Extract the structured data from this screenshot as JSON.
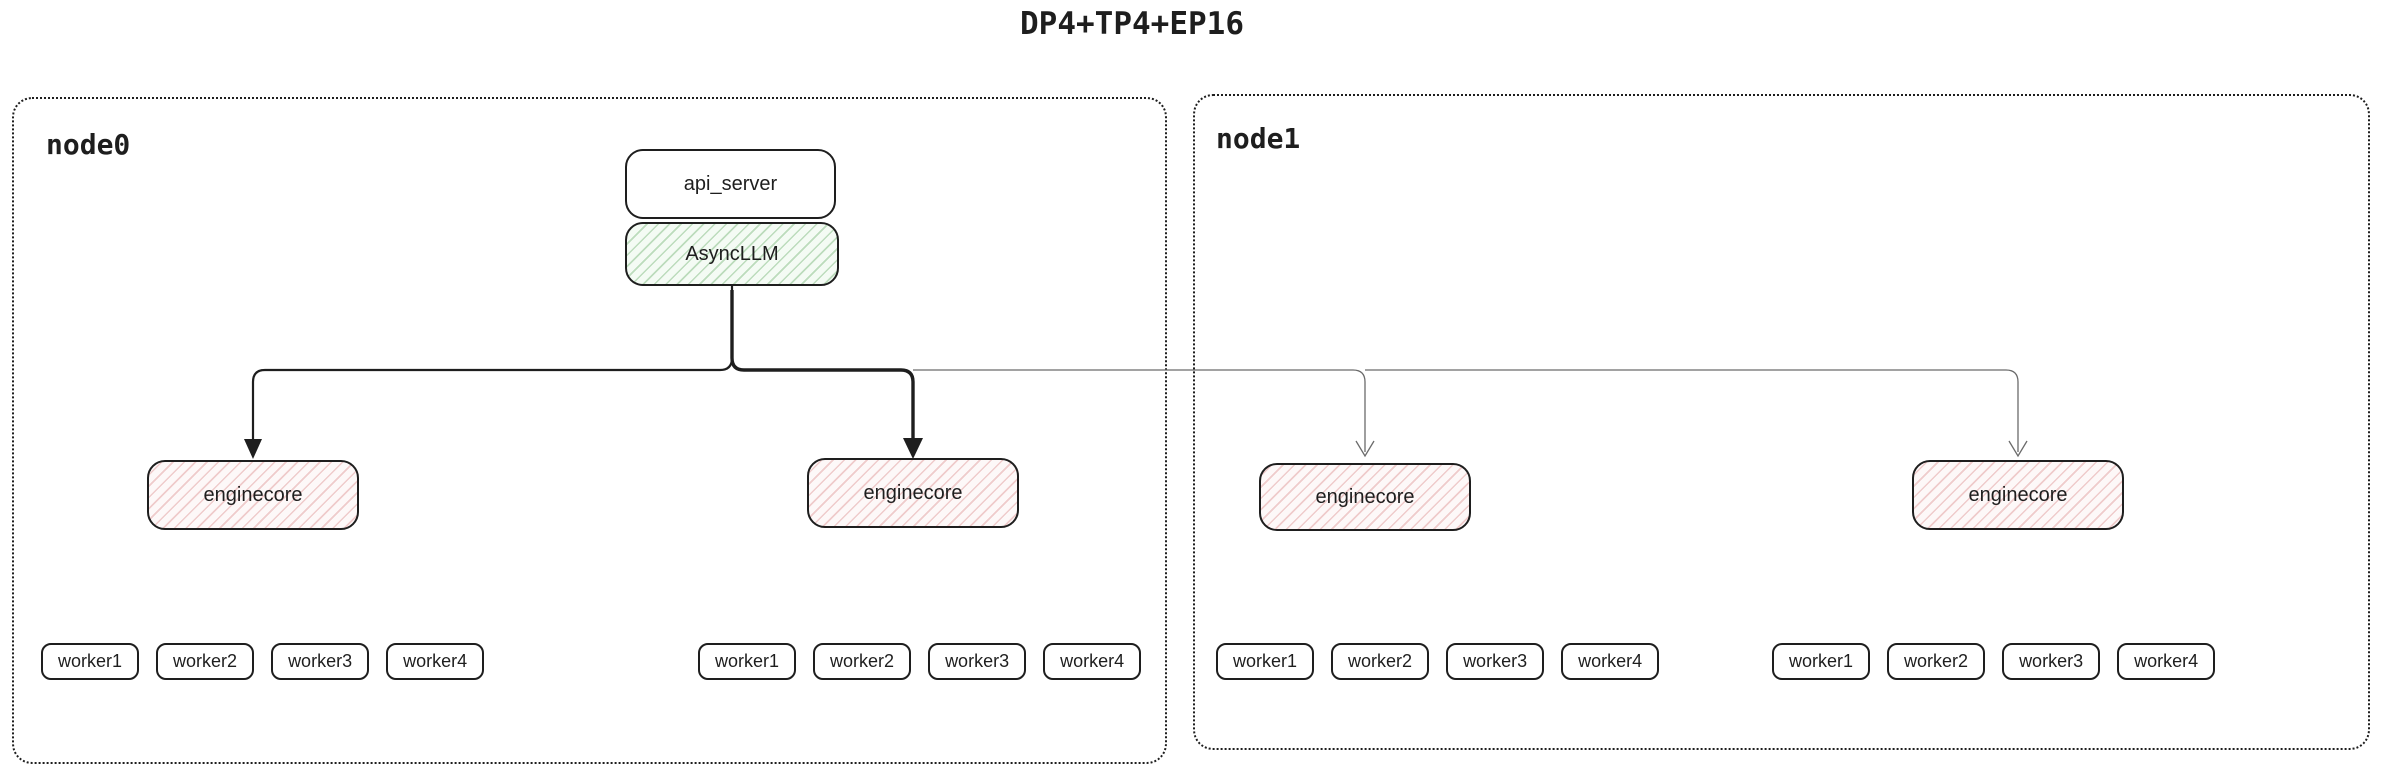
{
  "title": "DP4+TP4+EP16",
  "colors": {
    "stroke": "#1e1e1e",
    "thin_connector": "#6b6b6b",
    "asyncllm_hatch": "#60a860",
    "enginecore_hatch": "#d57878"
  },
  "node0": {
    "label": "node0",
    "api_server": "api_server",
    "asyncllm": "AsyncLLM",
    "enginecores": [
      "enginecore",
      "enginecore"
    ],
    "worker_groups": [
      [
        "worker1",
        "worker2",
        "worker3",
        "worker4"
      ],
      [
        "worker1",
        "worker2",
        "worker3",
        "worker4"
      ]
    ]
  },
  "node1": {
    "label": "node1",
    "enginecores": [
      "enginecore",
      "enginecore"
    ],
    "worker_groups": [
      [
        "worker1",
        "worker2",
        "worker3",
        "worker4"
      ],
      [
        "worker1",
        "worker2",
        "worker3",
        "worker4"
      ]
    ]
  }
}
